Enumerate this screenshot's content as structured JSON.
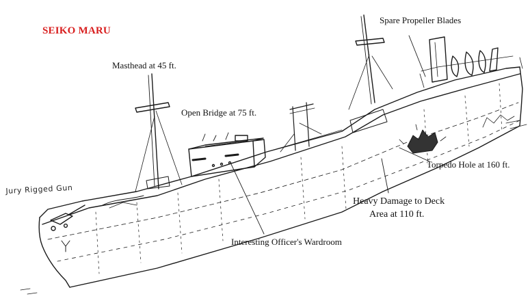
{
  "title": {
    "text": "SEIKO MARU",
    "color": "#d81e1e"
  },
  "labels": {
    "masthead": "Masthead at 45 ft.",
    "open_bridge": "Open Bridge at 75 ft.",
    "spare_blades": "Spare Propeller Blades",
    "torpedo_hole": "Torpedo Hole at 160 ft.",
    "deck_damage_line1": "Heavy Damage to Deck",
    "deck_damage_line2": "Area at 110 ft.",
    "wardroom": "Interesting Officer's Wardroom",
    "jury_gun": "Jury Rigged Gun"
  },
  "colors": {
    "ink": "#1a1a1a",
    "text": "#111111"
  }
}
